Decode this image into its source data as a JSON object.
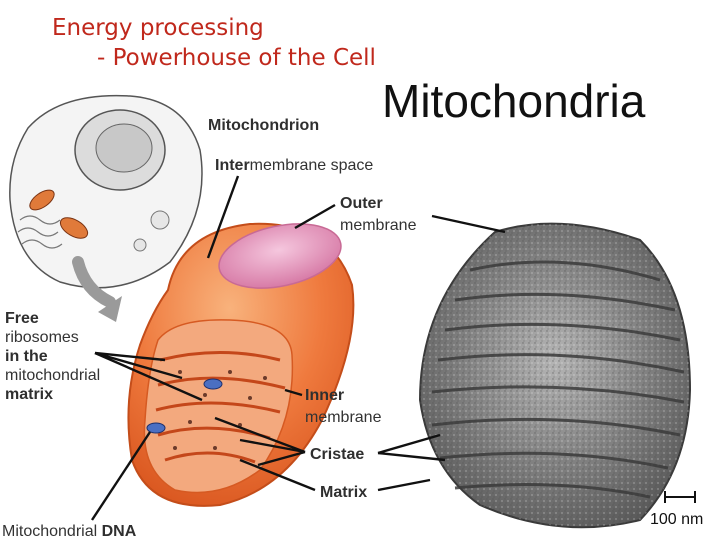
{
  "slide": {
    "subtitle_line1": "Energy processing",
    "subtitle_line2": "- Powerhouse of the Cell",
    "title": "Mitochondria"
  },
  "labels": {
    "mitochondrion": "Mitochondrion",
    "intermembrane_bold": "Inter",
    "intermembrane_rest": "membrane space",
    "outer_line1": "Outer",
    "outer_line2": "membrane",
    "free_ribosomes_lines": [
      "Free",
      "ribosomes",
      "in the",
      "mitochondrial",
      "matrix"
    ],
    "inner_line1": "Inner",
    "inner_line2": "membrane",
    "cristae": "Cristae",
    "matrix": "Matrix",
    "mito_dna_bold": "Mitochondrial",
    "mito_dna_rest": " DNA",
    "scale_bar": "100 nm"
  },
  "colors": {
    "subtitle": "#c0281c",
    "mito_orange": "#ef7a3e",
    "mito_light": "#f6a56e",
    "mito_cap": "#e9a3c4",
    "label_text": "#2f2f2f",
    "micrograph_gray": "#8a8a8a"
  }
}
